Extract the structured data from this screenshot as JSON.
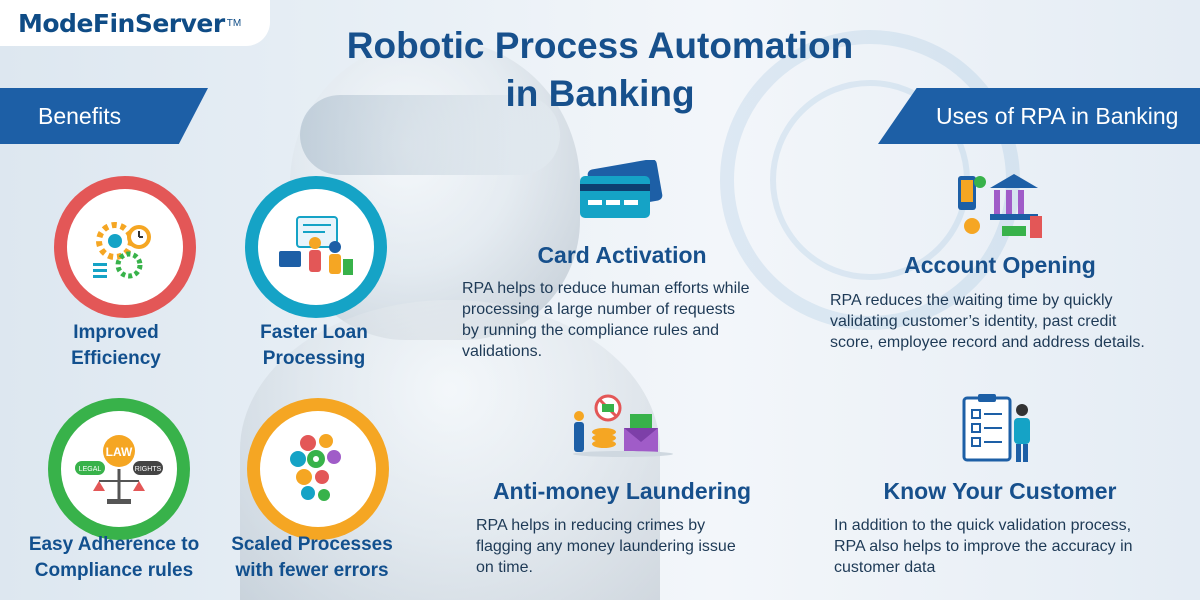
{
  "brand": {
    "logo_text": "ModeFinServer",
    "logo_tm": "TM"
  },
  "title": {
    "line1": "Robotic Process Automation",
    "line2": "in Banking"
  },
  "ribbons": {
    "left": "Benefits",
    "right": "Uses of RPA in Banking"
  },
  "benefits": [
    {
      "line1": "Improved",
      "line2": "Efficiency",
      "color": "#e35757",
      "icon": "gears-clock-icon"
    },
    {
      "line1": "Faster Loan",
      "line2": "Processing",
      "color": "#15a3c6",
      "icon": "loan-documents-icon"
    },
    {
      "line1": "Easy Adherence to",
      "line2": "Compliance rules",
      "color": "#38b24a",
      "icon": "law-scales-icon"
    },
    {
      "line1": "Scaled Processes",
      "line2": "with fewer errors",
      "color": "#f5a623",
      "icon": "process-gears-head-icon"
    }
  ],
  "uses": [
    {
      "title": "Card Activation",
      "description": [
        "RPA helps to reduce human efforts while",
        "processing a large number of requests",
        "by running the compliance rules and",
        "validations."
      ],
      "icon": "credit-cards-icon"
    },
    {
      "title": "Account Opening",
      "description": [
        "RPA reduces the waiting time by quickly",
        "validating customer’s identity, past credit",
        "score, employee record and address details."
      ],
      "icon": "bank-account-icon"
    },
    {
      "title": "Anti-money Laundering",
      "description": [
        "RPA helps in reducing crimes by",
        "flagging any money laundering issue",
        "on time."
      ],
      "icon": "money-laundering-icon"
    },
    {
      "title": "Know Your Customer",
      "description": [
        "In addition to the quick validation process,",
        "RPA also helps to improve the accuracy in",
        "customer data"
      ],
      "icon": "checklist-clipboard-icon"
    }
  ],
  "colors": {
    "title_blue": "#17508c",
    "ribbon_blue": "#1d5fa6"
  }
}
